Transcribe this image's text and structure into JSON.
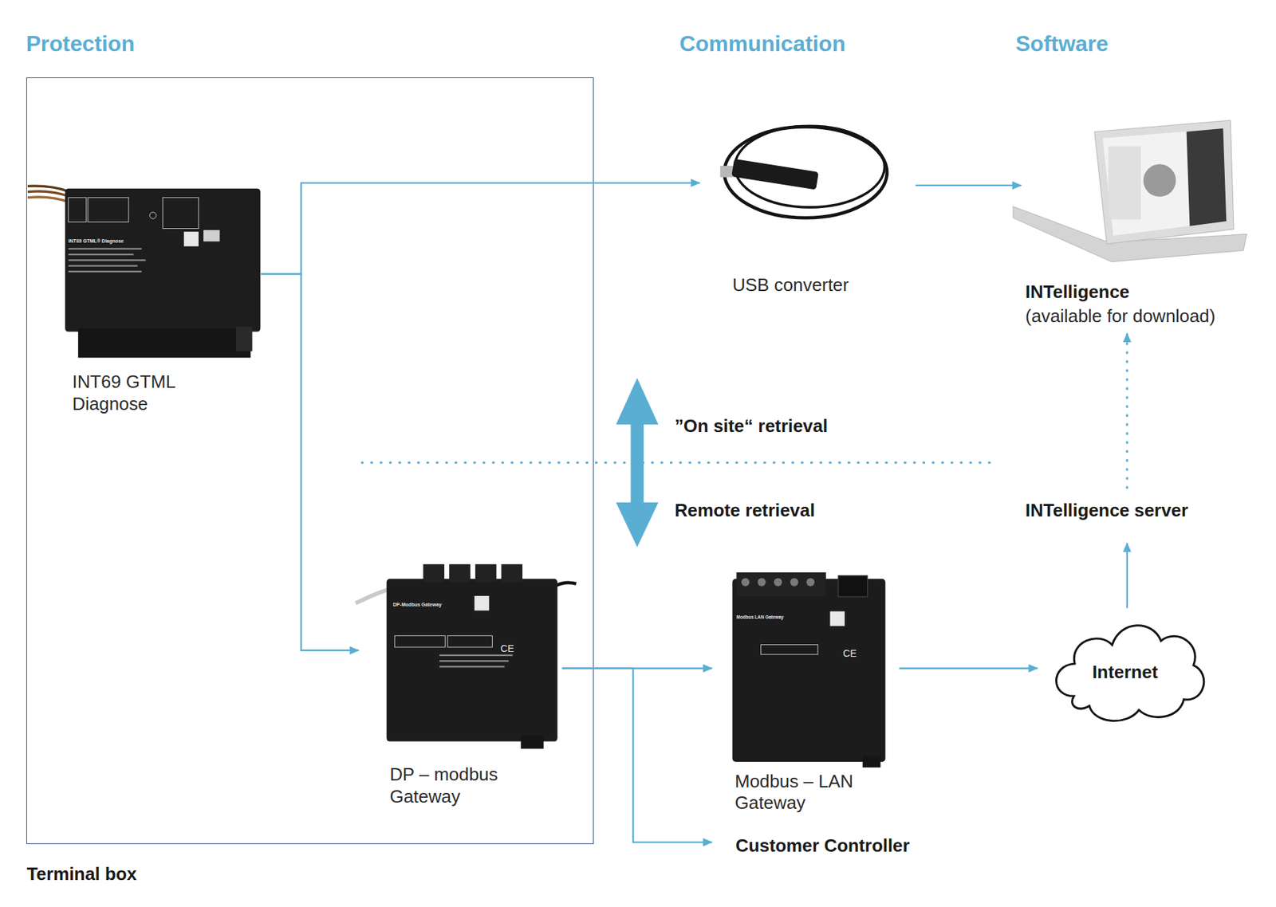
{
  "diagram": {
    "nodes": [
      {
        "text": [
          "Terminal box"
        ]
      },
      {
        "text": [
          "INT69 GTML Diagnose"
        ],
        "in": 0
      },
      {
        "text": [
          "DP – modbus Gateway"
        ],
        "in": 0
      },
      {
        "text": [
          "USB converter"
        ]
      },
      {
        "text": [
          "INTelligence",
          "(available for download)"
        ]
      },
      {
        "text": [
          "Modbus – LAN Gateway"
        ]
      },
      {
        "text": [
          "Internet"
        ]
      },
      {
        "text": [
          "INTelligence server"
        ]
      },
      {
        "text": [
          "Customer Controller"
        ]
      }
    ],
    "edges": [
      {
        "from": 1,
        "to": 3,
        "arrow": "to"
      },
      {
        "from": 1,
        "to": 2,
        "arrow": "to"
      },
      {
        "from": 3,
        "to": 4,
        "arrow": "to"
      },
      {
        "from": 2,
        "to": 5,
        "arrow": "to"
      },
      {
        "from": 2,
        "to": 8,
        "arrow": "to"
      },
      {
        "from": 5,
        "to": 6,
        "arrow": "to"
      },
      {
        "from": 6,
        "to": 7,
        "arrow": "to"
      },
      {
        "from": 7,
        "to": 4,
        "arrow": "to"
      }
    ],
    "labels": [
      "Protection",
      "Communication",
      "Software",
      "”On site“ retrieval",
      "Remote retrieval",
      "INT69 GTML® Diagnose",
      "DP-Modbus Gateway",
      "Modbus LAN Gateway",
      "CE",
      "CE"
    ]
  }
}
